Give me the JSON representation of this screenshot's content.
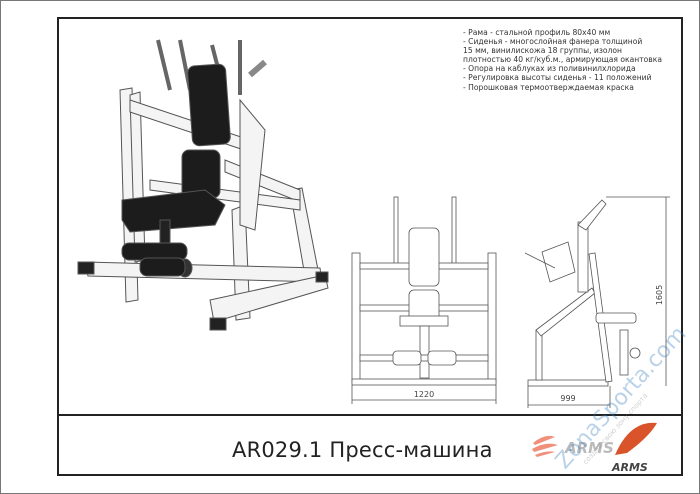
{
  "specs": [
    "- Рама - стальной профиль 80х40 мм",
    "- Сиденья - многослойная фанера толщиной",
    "15 мм, винилискожа 18 группы, изолон",
    "плотностью 40 кг/куб.м., армирующая окантовка",
    "- Опора на каблуках из поливинилхлорида",
    "- Регулировка высоты сиденья - 11 положений",
    "- Порошковая термоотверждаемая краска"
  ],
  "title": "AR029.1 Пресс-машина",
  "dimensions": {
    "front_width": "1220",
    "side_depth": "999",
    "height": "1605"
  },
  "logo": {
    "text_top": "ARMS",
    "text_bottom": "ARMS",
    "accent": "#e0502a"
  },
  "watermark": {
    "text": "ZonaSporta.com",
    "slogan": "создай свою зону спорта"
  },
  "colors": {
    "frame": "#222222",
    "pad": "#1a1a1a",
    "metal": "#f2f2f2"
  }
}
